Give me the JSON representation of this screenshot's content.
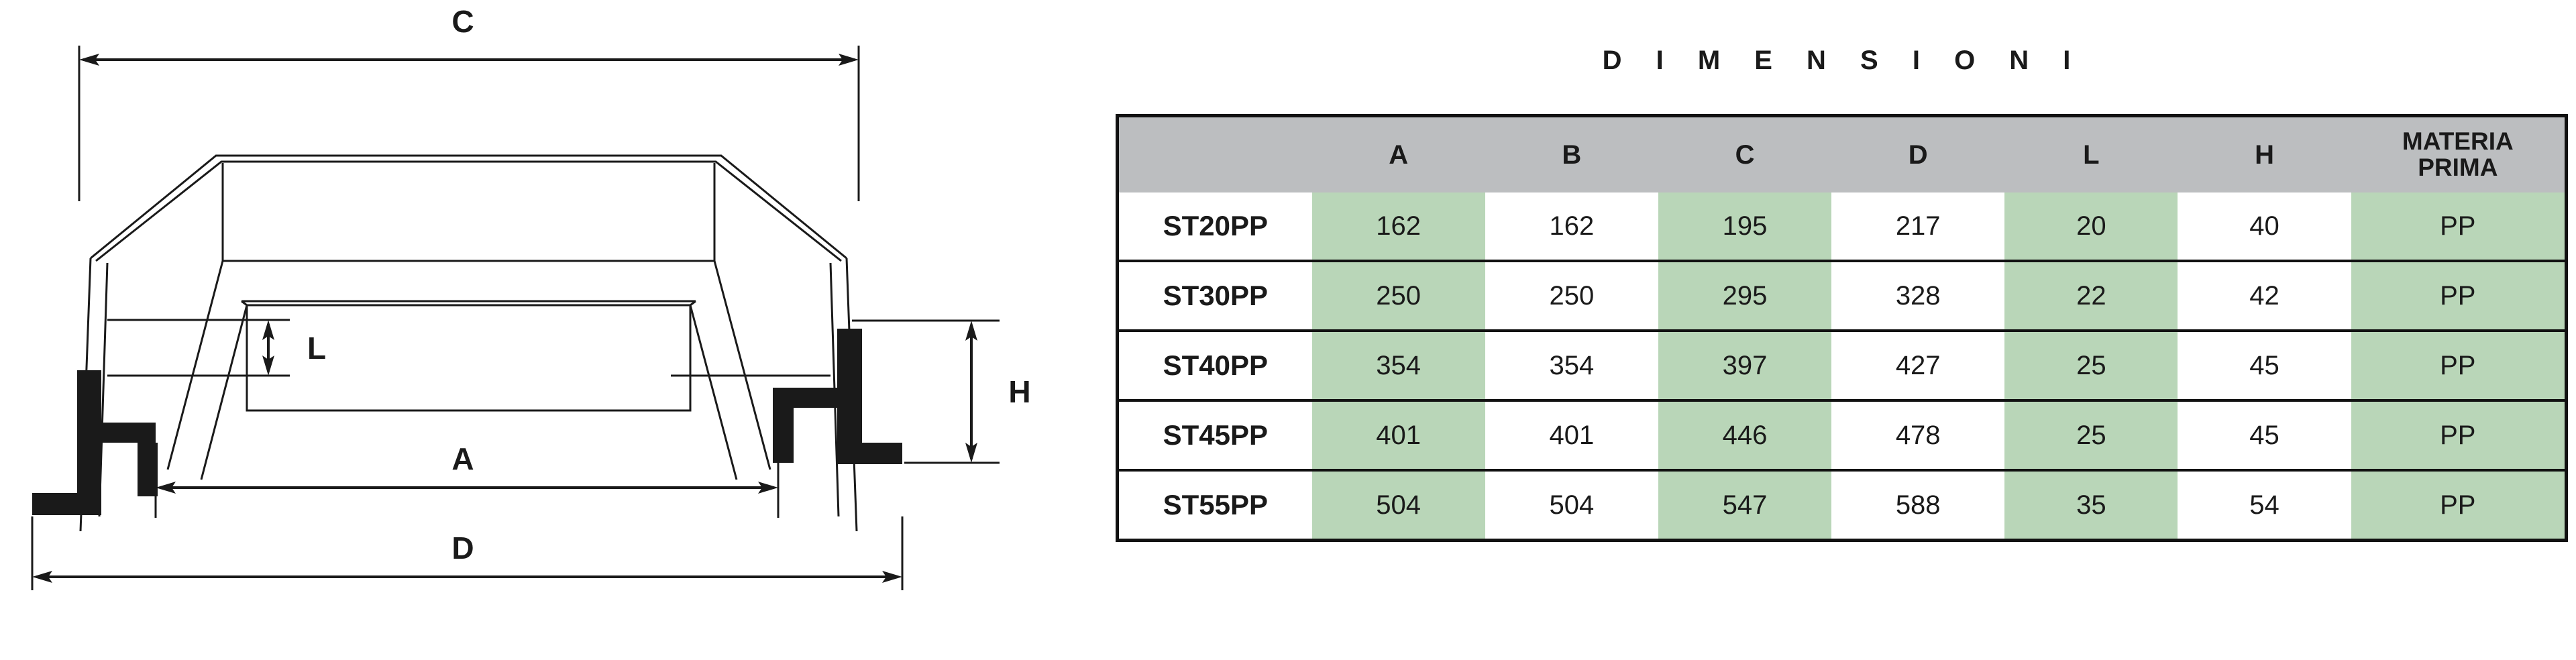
{
  "drawing": {
    "name": "container-profile-section",
    "dimension_labels": {
      "C": "C",
      "A": "A",
      "D": "D",
      "L": "L",
      "H": "H"
    }
  },
  "table": {
    "title": "D I M E N S I O N I",
    "columns": [
      "",
      "A",
      "B",
      "C",
      "D",
      "L",
      "H",
      "MATERIA\nPRIMA"
    ],
    "header_bg": "#bcbec0",
    "highlight_bg": "#b9d6b8",
    "border_color": "#111111",
    "rows": [
      {
        "code": "ST20PP",
        "A": "162",
        "B": "162",
        "C": "195",
        "D": "217",
        "L": "20",
        "H": "40",
        "materia_prima": "PP"
      },
      {
        "code": "ST30PP",
        "A": "250",
        "B": "250",
        "C": "295",
        "D": "328",
        "L": "22",
        "H": "42",
        "materia_prima": "PP"
      },
      {
        "code": "ST40PP",
        "A": "354",
        "B": "354",
        "C": "397",
        "D": "427",
        "L": "25",
        "H": "45",
        "materia_prima": "PP"
      },
      {
        "code": "ST45PP",
        "A": "401",
        "B": "401",
        "C": "446",
        "D": "478",
        "L": "25",
        "H": "45",
        "materia_prima": "PP"
      },
      {
        "code": "ST55PP",
        "A": "504",
        "B": "504",
        "C": "547",
        "D": "588",
        "L": "35",
        "H": "54",
        "materia_prima": "PP"
      }
    ]
  }
}
